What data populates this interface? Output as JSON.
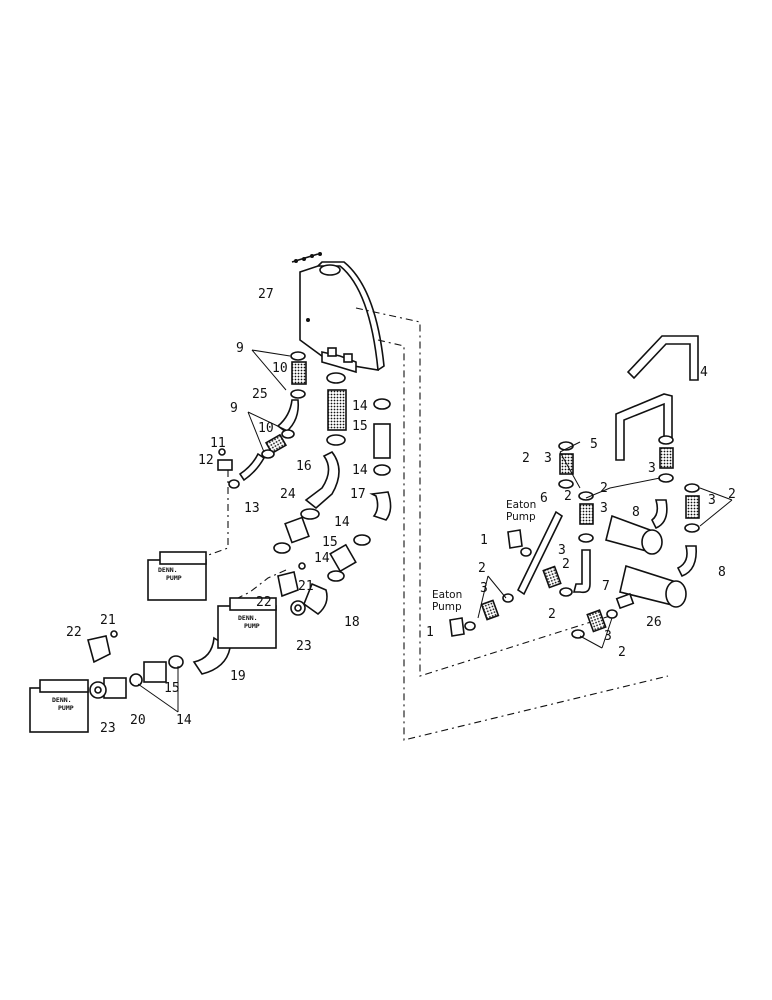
{
  "diagram": {
    "labels": {
      "eaton_pump": [
        "Eaton",
        "Pump"
      ],
      "denison_pump": "DENN.",
      "denison_pump_sub": "PUMP"
    },
    "callouts": [
      "1",
      "2",
      "3",
      "4",
      "5",
      "6",
      "7",
      "8",
      "9",
      "10",
      "11",
      "12",
      "13",
      "14",
      "15",
      "16",
      "17",
      "18",
      "19",
      "20",
      "21",
      "22",
      "23",
      "24",
      "25",
      "26",
      "27"
    ]
  }
}
